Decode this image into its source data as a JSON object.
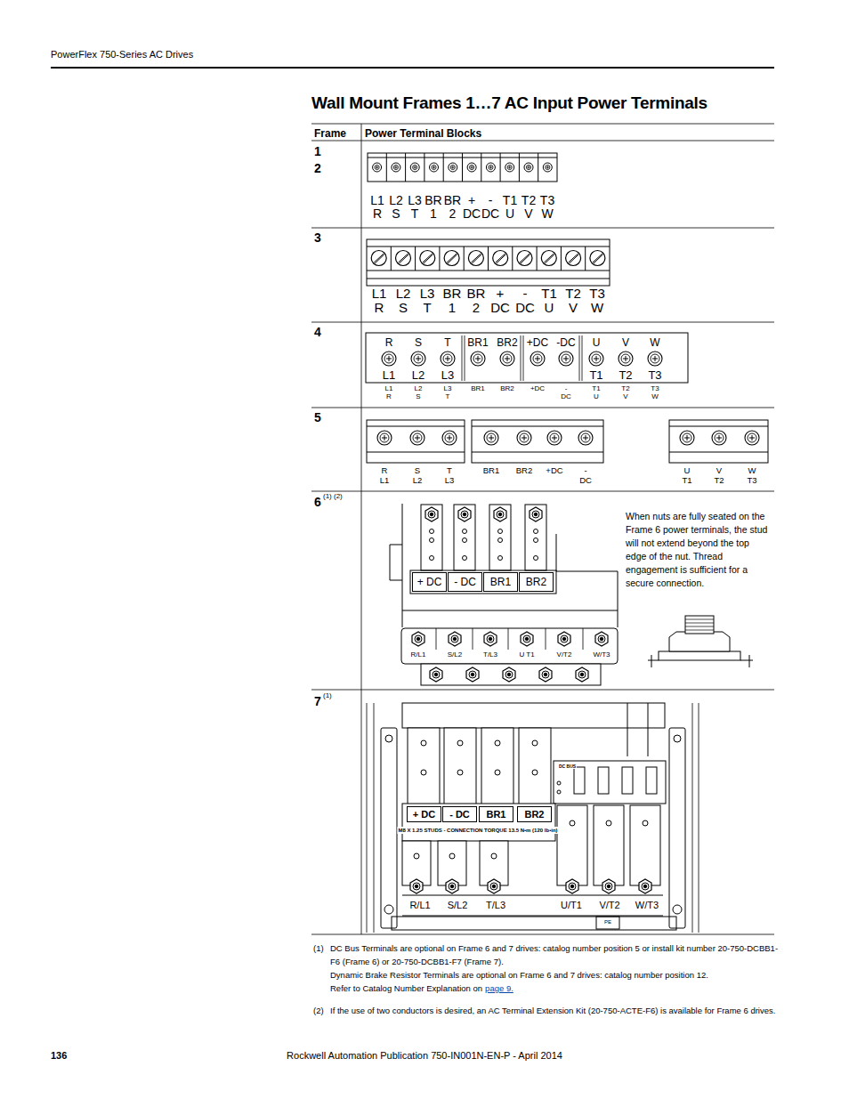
{
  "diagram": {
    "title": "Wall Mount Frames 1…7 AC Input Power Terminals",
    "nodes": [
      {
        "text": [
          "+ DC"
        ]
      },
      {
        "text": [
          "- DC"
        ]
      },
      {
        "text": [
          "BR1"
        ]
      },
      {
        "text": [
          "BR2"
        ]
      },
      {
        "text": [
          "+ DC"
        ]
      },
      {
        "text": [
          "- DC"
        ]
      },
      {
        "text": [
          "BR1"
        ]
      },
      {
        "text": [
          "BR2"
        ]
      }
    ],
    "labels": [
      "PowerFlex 750-Series AC Drives",
      "Frame",
      "Power Terminal Blocks",
      "1",
      "2",
      "L1 R",
      "L2 S",
      "L3 T",
      "BR 1",
      "BR 2",
      "+ DC",
      "- DC",
      "T1 U",
      "T2 V",
      "T3 W",
      "3",
      "L1 R",
      "L2 S",
      "L3 T",
      "BR 1",
      "BR 2",
      "+ DC",
      "- DC",
      "T1 U",
      "T2 V",
      "T3 W",
      "4",
      "R",
      "S",
      "T",
      "BR1",
      "BR2",
      "+DC",
      "-DC",
      "U",
      "V",
      "W",
      "L1",
      "L2",
      "L3",
      "T1",
      "T2",
      "T3",
      "L1 R",
      "L2 S",
      "L3 T",
      "BR1",
      "BR2",
      "+DC",
      "-DC",
      "T1 U",
      "T2 V",
      "T3 W",
      "5",
      "R L1",
      "S L2",
      "T L3",
      "BR1",
      "BR2",
      "+DC",
      "-DC",
      "U T1",
      "V T2",
      "W T3",
      "6",
      "(1) (2)",
      "When nuts are fully seated on the Frame 6 power terminals, the stud will not extend beyond the top edge of the nut. Thread engagement is sufficient for a secure connection.",
      "R/L1",
      "S/L2",
      "T/L3",
      "U T1",
      "V/T2",
      "W/T3",
      "7",
      "(1)",
      "DC BUS",
      "M8 X 1.25 STUDS - CONNECTION TORQUE 13.5 N•m (120 lb•in)",
      "R/L1",
      "S/L2",
      "T/L3",
      "U/T1",
      "V/T2",
      "W/T3",
      "PE",
      "(1)",
      "DC Bus Terminals are optional on Frame 6 and 7 drives: catalog number position 5 or install kit number 20-750-DCBB1-F6 (Frame 6) or 20-750-DCBB1-F7 (Frame 7).",
      "Dynamic Brake Resistor Terminals are optional on Frame 6 and 7 drives: catalog number position 12.",
      "Refer to Catalog Number Explanation on",
      "page 9.",
      "(2)",
      "If the use of two conductors is desired, an AC Terminal Extension Kit (20-750-ACTE-F6) is available for Frame 6 drives.",
      "136",
      "Rockwell Automation Publication 750-IN001N-EN-P - April 2014"
    ]
  }
}
